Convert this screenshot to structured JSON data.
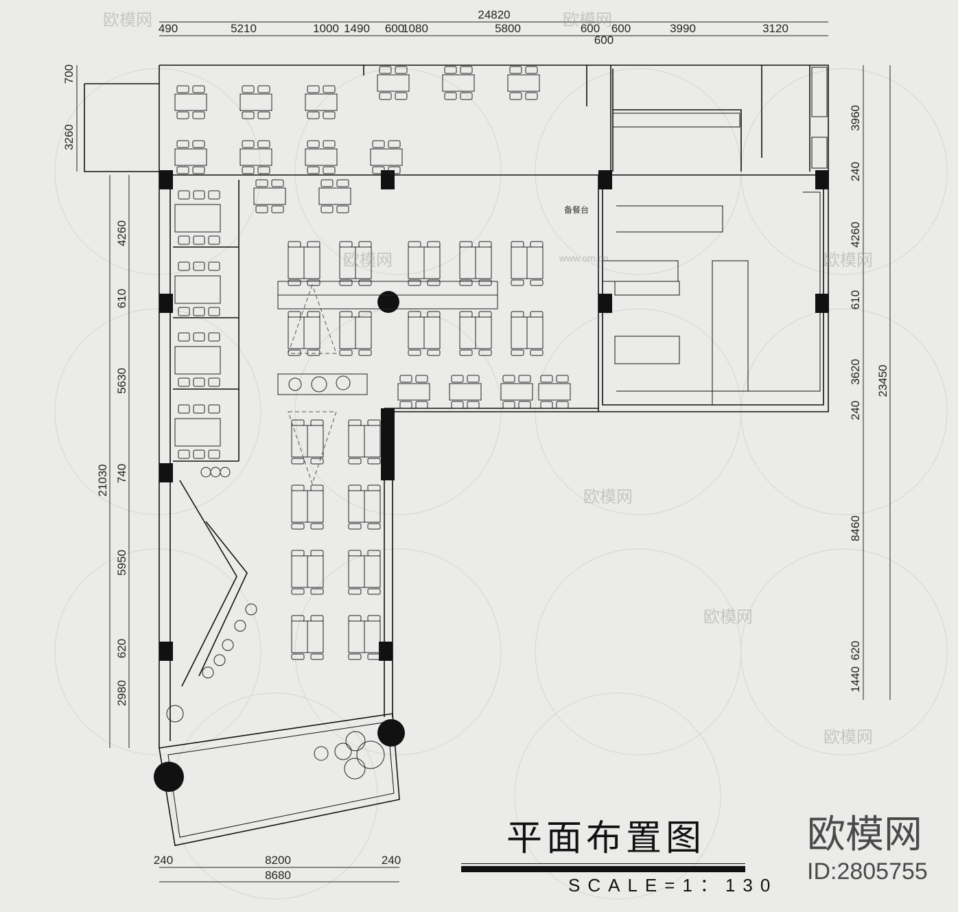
{
  "drawing": {
    "title": "平面布置图",
    "scale": "SCALE=1：130",
    "watermark": "欧模网",
    "watermark_url": "www.om.cn",
    "id": "ID:2805755",
    "room_label_prep": "备餐台"
  },
  "dimensions": {
    "top_total": "24820",
    "top": [
      "490",
      "5210",
      "1000",
      "1490",
      "600",
      "1080",
      "5800",
      "600",
      "600",
      "600",
      "3990",
      "3120"
    ],
    "left_annex": [
      "700",
      "3260"
    ],
    "left_total": "21030",
    "left": [
      "4260",
      "610",
      "5630",
      "740",
      "5950",
      "620",
      "2980"
    ],
    "right_total": "23450",
    "right": [
      "3960",
      "240",
      "4260",
      "610",
      "3620",
      "240",
      "8460",
      "620",
      "1440"
    ],
    "bottom": [
      "240",
      "8200",
      "240"
    ],
    "bottom_total": "8680"
  }
}
